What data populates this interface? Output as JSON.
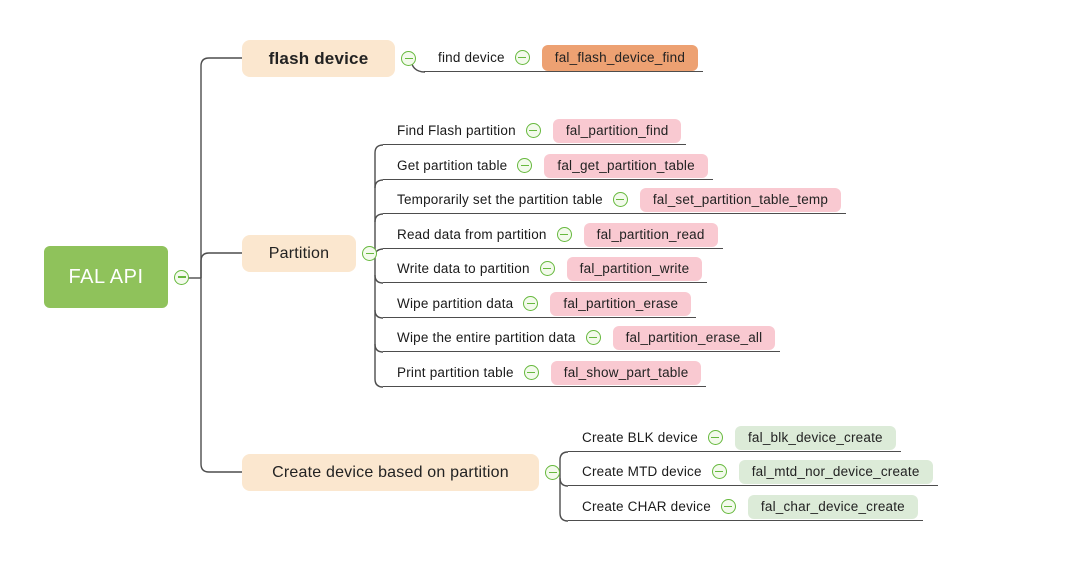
{
  "root": {
    "label": "FAL API"
  },
  "branches": [
    {
      "label": "flash device",
      "children": [
        {
          "label": "find device",
          "api": "fal_flash_device_find"
        }
      ]
    },
    {
      "label": "Partition",
      "children": [
        {
          "label": "Find Flash partition",
          "api": "fal_partition_find"
        },
        {
          "label": "Get partition table",
          "api": "fal_get_partition_table"
        },
        {
          "label": "Temporarily set the partition table",
          "api": "fal_set_partition_table_temp"
        },
        {
          "label": "Read data from partition",
          "api": "fal_partition_read"
        },
        {
          "label": "Write data to partition",
          "api": "fal_partition_write"
        },
        {
          "label": "Wipe partition data",
          "api": "fal_partition_erase"
        },
        {
          "label": "Wipe the entire partition data",
          "api": "fal_partition_erase_all"
        },
        {
          "label": "Print partition table",
          "api": "fal_show_part_table"
        }
      ]
    },
    {
      "label": "Create device based on partition",
      "children": [
        {
          "label": "Create BLK device",
          "api": "fal_blk_device_create"
        },
        {
          "label": "Create MTD device",
          "api": "fal_mtd_nor_device_create"
        },
        {
          "label": "Create CHAR device",
          "api": "fal_char_device_create"
        }
      ]
    }
  ],
  "icons": {
    "collapse": "circled-minus"
  },
  "colors": {
    "root_green": "#8FC25B",
    "branch_peach": "#FBE7CF",
    "api_orange": "#EDA172",
    "api_pink": "#F9C9D1",
    "api_light_green": "#DCEBD8",
    "icon_green": "#67B93E",
    "line": "#4d4d4d"
  }
}
